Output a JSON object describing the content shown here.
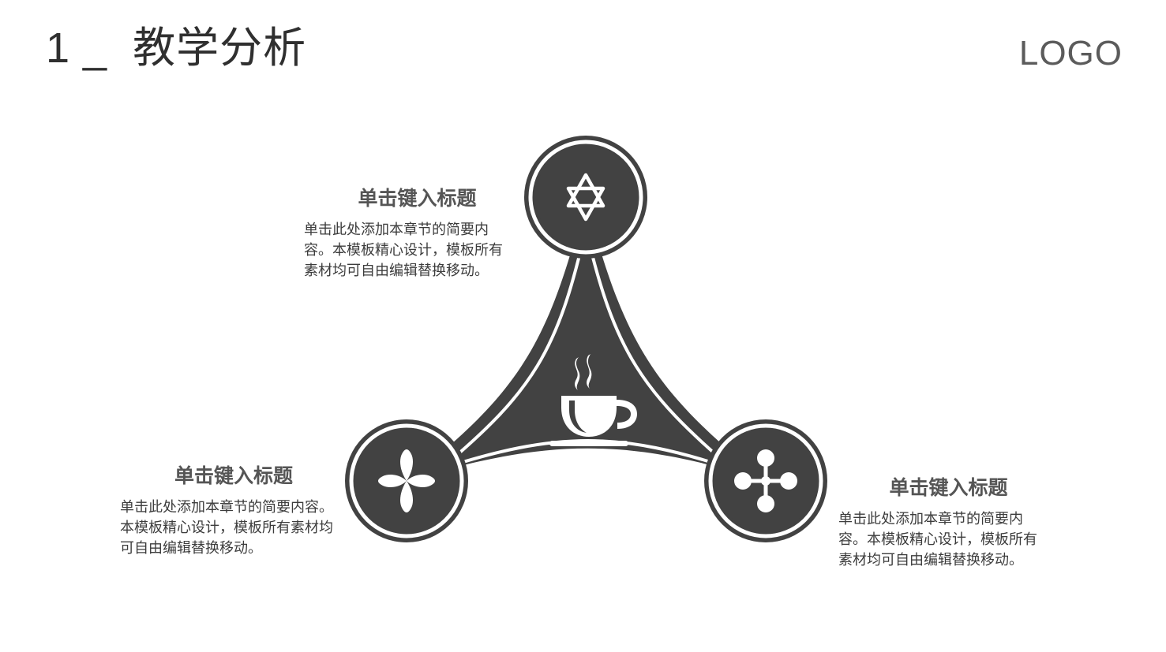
{
  "header": {
    "title": "1 _  教学分析",
    "logo": "LOGO"
  },
  "colors": {
    "dark": "#424242",
    "white": "#ffffff",
    "title_text": "#2f2f2f",
    "logo_text": "#5b5b5b",
    "callout_title": "#555555",
    "callout_body": "#3c3c3c",
    "background": "#ffffff"
  },
  "diagram": {
    "center_icon": "coffee-cup-icon",
    "nodes": [
      {
        "position": "top",
        "icon": "hexagram-star-icon"
      },
      {
        "position": "bottom-left",
        "icon": "four-petal-flower-icon"
      },
      {
        "position": "bottom-right",
        "icon": "molecule-node-icon"
      }
    ]
  },
  "callouts": [
    {
      "id": "top",
      "title": "单击键入标题",
      "body": "单击此处添加本章节的简要内容。本模板精心设计，模板所有素材均可自由编辑替换移动。"
    },
    {
      "id": "bottom-left",
      "title": "单击键入标题",
      "body": "单击此处添加本章节的简要内容。本模板精心设计，模板所有素材均可自由编辑替换移动。"
    },
    {
      "id": "bottom-right",
      "title": "单击键入标题",
      "body": "单击此处添加本章节的简要内容。本模板精心设计，模板所有素材均可自由编辑替换移动。"
    }
  ]
}
